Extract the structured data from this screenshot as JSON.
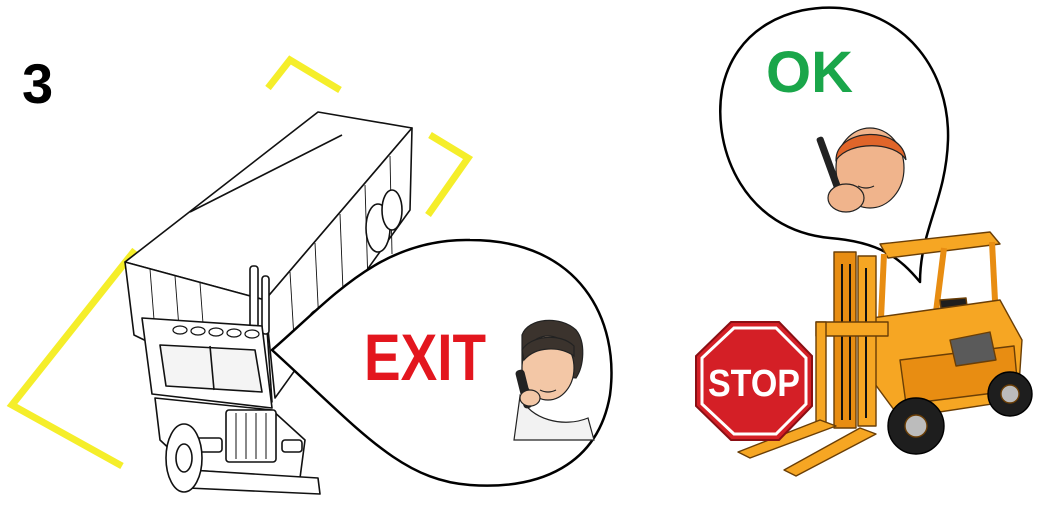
{
  "step": {
    "number": "3"
  },
  "driver_bubble": {
    "text": "EXIT",
    "color": "#e3161e"
  },
  "operator_bubble": {
    "text": "OK",
    "color": "#1aa64a"
  },
  "stop_sign": {
    "text": "STOP",
    "color": "#d41f26"
  },
  "colors": {
    "zone_outline": "#f5ee2a",
    "forklift_body": "#f6a623",
    "forklift_mast": "#e88d12",
    "outline": "#000000"
  },
  "icons": [
    "truck-icon",
    "forklift-icon",
    "stop-sign-icon",
    "radio-person-icon"
  ]
}
